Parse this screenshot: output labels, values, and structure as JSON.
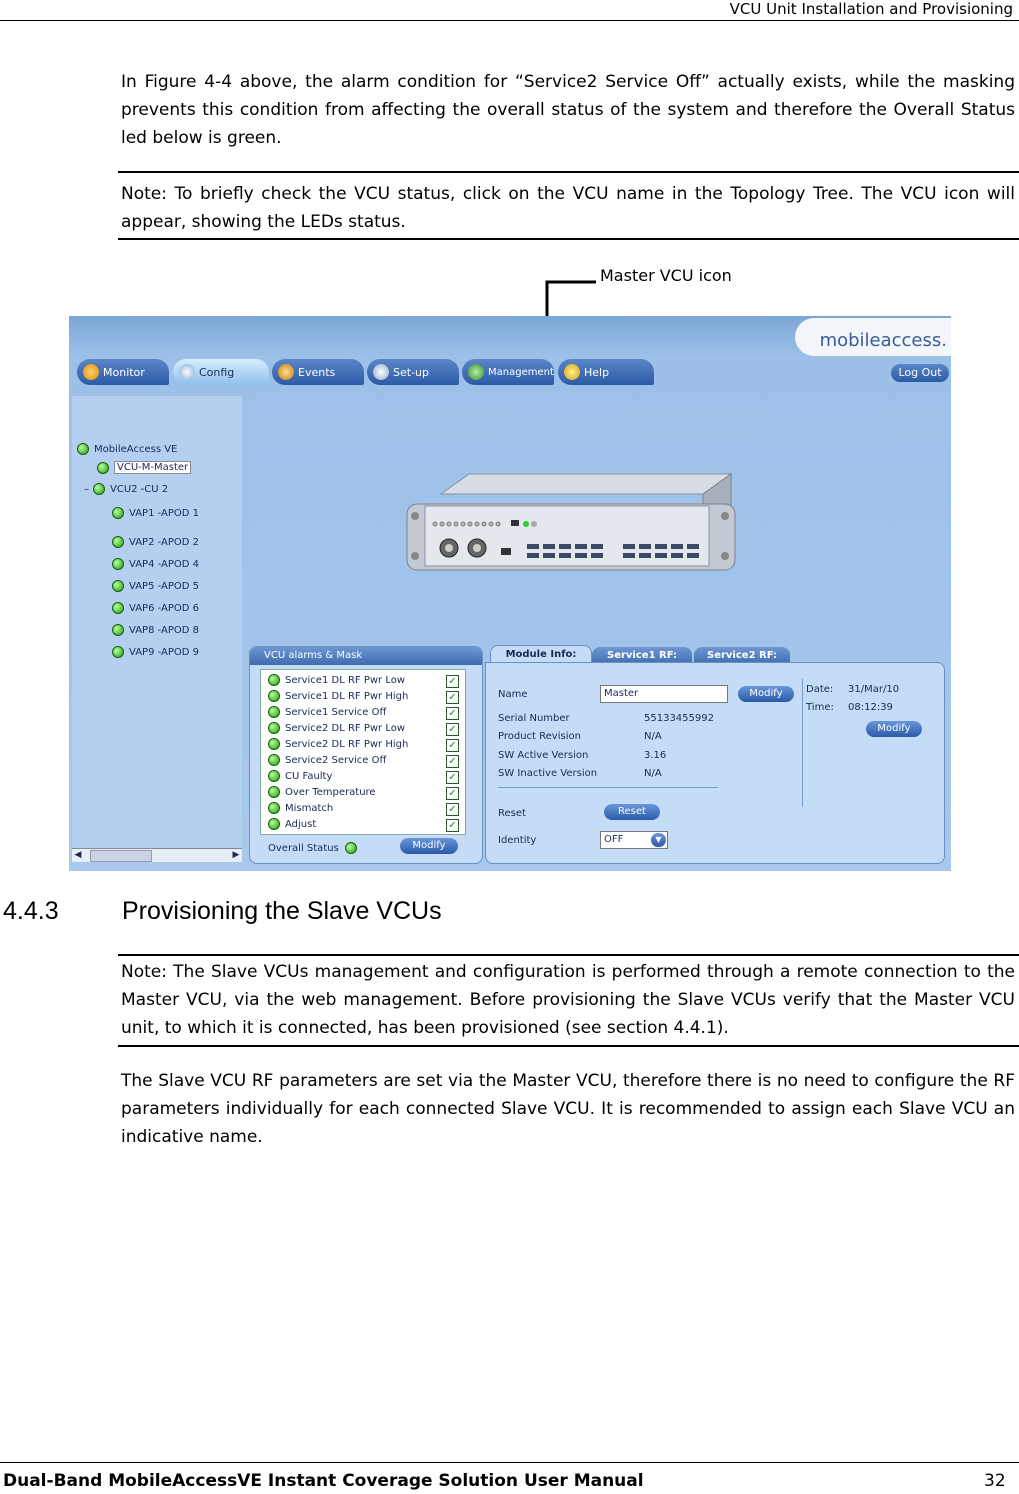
{
  "header": {
    "running_title": "VCU Unit Installation and Provisioning"
  },
  "intro_paragraph": "In Figure 4-4 above, the alarm condition for “Service2 Service Off” actually exists, while the masking prevents this condition from affecting the overall status of the system and therefore the Overall Status led below is green.",
  "note1": "Note: To briefly check the VCU status, click on the VCU name in the Topology Tree. The VCU icon will appear, showing the LEDs status.",
  "callout_label": "Master VCU icon",
  "screenshot": {
    "logo": "mobileaccess.",
    "toolbar": [
      "Monitor",
      "Config",
      "Events",
      "Set-up",
      "Management",
      "Help"
    ],
    "logout": "Log Out",
    "tree": {
      "root": "MobileAccess VE",
      "master": "VCU-M-Master",
      "vcu2": "VCU2 -CU 2",
      "collapse_glyph": "–",
      "children": [
        "VAP1 -APOD 1",
        "VAP2 -APOD 2",
        "VAP4 -APOD 4",
        "VAP5 -APOD 5",
        "VAP6 -APOD 6",
        "VAP8 -APOD 8",
        "VAP9 -APOD 9"
      ]
    },
    "alarms": {
      "title": "VCU alarms & Mask",
      "items": [
        "Service1 DL RF Pwr Low",
        "Service1 DL RF Pwr High",
        "Service1 Service Off",
        "Service2 DL RF Pwr Low",
        "Service2 DL RF Pwr High",
        "Service2 Service Off",
        "CU Faulty",
        "Over Temperature",
        "Mismatch",
        "Adjust"
      ],
      "check_glyph": "✓",
      "overall_status": "Overall Status",
      "modify": "Modify"
    },
    "module": {
      "tabs": [
        "Module Info:",
        "Service1 RF:",
        "Service2 RF:"
      ],
      "name_label": "Name",
      "name_value": "Master",
      "modify": "Modify",
      "serial_label": "Serial Number",
      "serial_value": "55133455992",
      "revision_label": "Product Revision",
      "revision_value": "N/A",
      "sw_active_label": "SW Active Version",
      "sw_active_value": "3.16",
      "sw_inactive_label": "SW Inactive Version",
      "sw_inactive_value": "N/A",
      "reset_label": "Reset",
      "reset_button": "Reset",
      "identity_label": "Identity",
      "identity_value": "OFF",
      "date_label": "Date:",
      "date_value": "31/Mar/10",
      "time_label": "Time:",
      "time_value": "08:12:39",
      "modify2": "Modify"
    }
  },
  "section": {
    "number": "4.4.3",
    "title": "Provisioning the Slave VCUs"
  },
  "note2": "Note: The Slave VCUs management and configuration is performed through a remote connection to the Master VCU, via the web management. Before provisioning the Slave VCUs verify that the Master VCU unit, to which it is connected, has been provisioned (see section 4.4.1).",
  "body_paragraph": "The Slave VCU RF parameters are set via the Master VCU, therefore there is no need to configure the RF parameters individually for each connected Slave VCU. It is recommended to assign each Slave VCU an indicative name.",
  "footer": {
    "title": "Dual-Band MobileAccessVE Instant Coverage Solution User Manual",
    "page": "32"
  }
}
